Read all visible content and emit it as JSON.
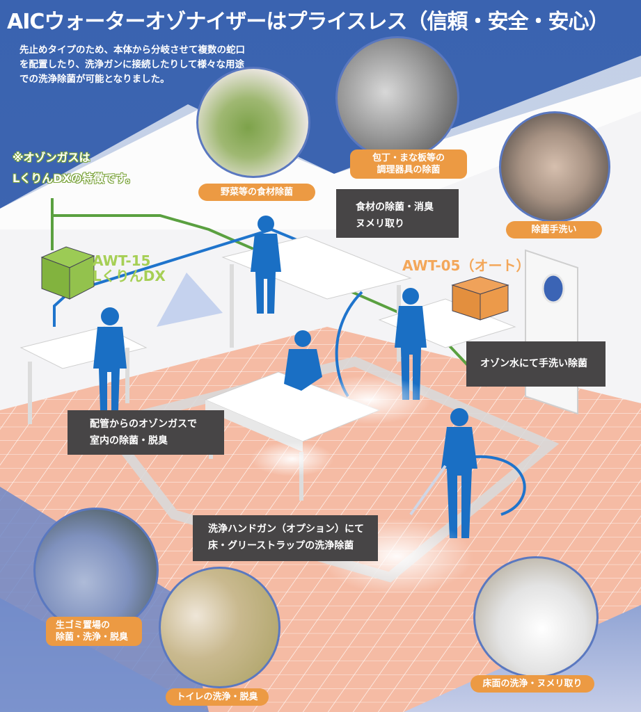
{
  "header": {
    "title": "AICウォーターオゾナイザーはプライスレス（信頼・安全・安心）"
  },
  "intro": {
    "lines": [
      "先止めタイプのため、本体から分岐させて複数の蛇口",
      "を配置したり、洗浄ガンに接続したりして様々な用途",
      "での洗浄除菌が可能となりました。"
    ]
  },
  "note": {
    "lines": [
      "※オゾンガスは",
      "LくりんDXの特徴です。"
    ]
  },
  "models": {
    "awt15": {
      "line1": "AWT-15",
      "line2": "LくりんDX",
      "color": "#8cbf3f"
    },
    "awt05": {
      "label": "AWT-05（オート）",
      "color": "#ec9a43"
    }
  },
  "photo_labels": {
    "vegetables": "野菜等の食材除菌",
    "utensils": [
      "包丁・まな板等の",
      "調理器具の除菌"
    ],
    "handwash": "除菌手洗い",
    "garbage": [
      "生ゴミ置場の",
      "除菌・洗浄・脱臭"
    ],
    "toilet": "トイレの洗浄・脱臭",
    "floor": "床面の洗浄・ヌメリ取り"
  },
  "callouts": {
    "food": [
      "食材の除菌・消臭",
      "ヌメリ取り"
    ],
    "ozone_water": "オゾン水にて手洗い除菌",
    "ozone_gas": [
      "配管からのオゾンガスで",
      "室内の除菌・脱臭"
    ],
    "hand_gun": [
      "洗浄ハンドガン（オプション）にて",
      "床・グリーストラップの洗浄除菌"
    ]
  },
  "colors": {
    "background_blue": "#3f66b1",
    "label_orange": "#ec9a43",
    "callout_dark": "#474546",
    "pipe_green": "#5aa040",
    "pipe_blue": "#1f74cc",
    "floor_tile": "#f4b9a2",
    "person_blue": "#1a6fc4"
  }
}
